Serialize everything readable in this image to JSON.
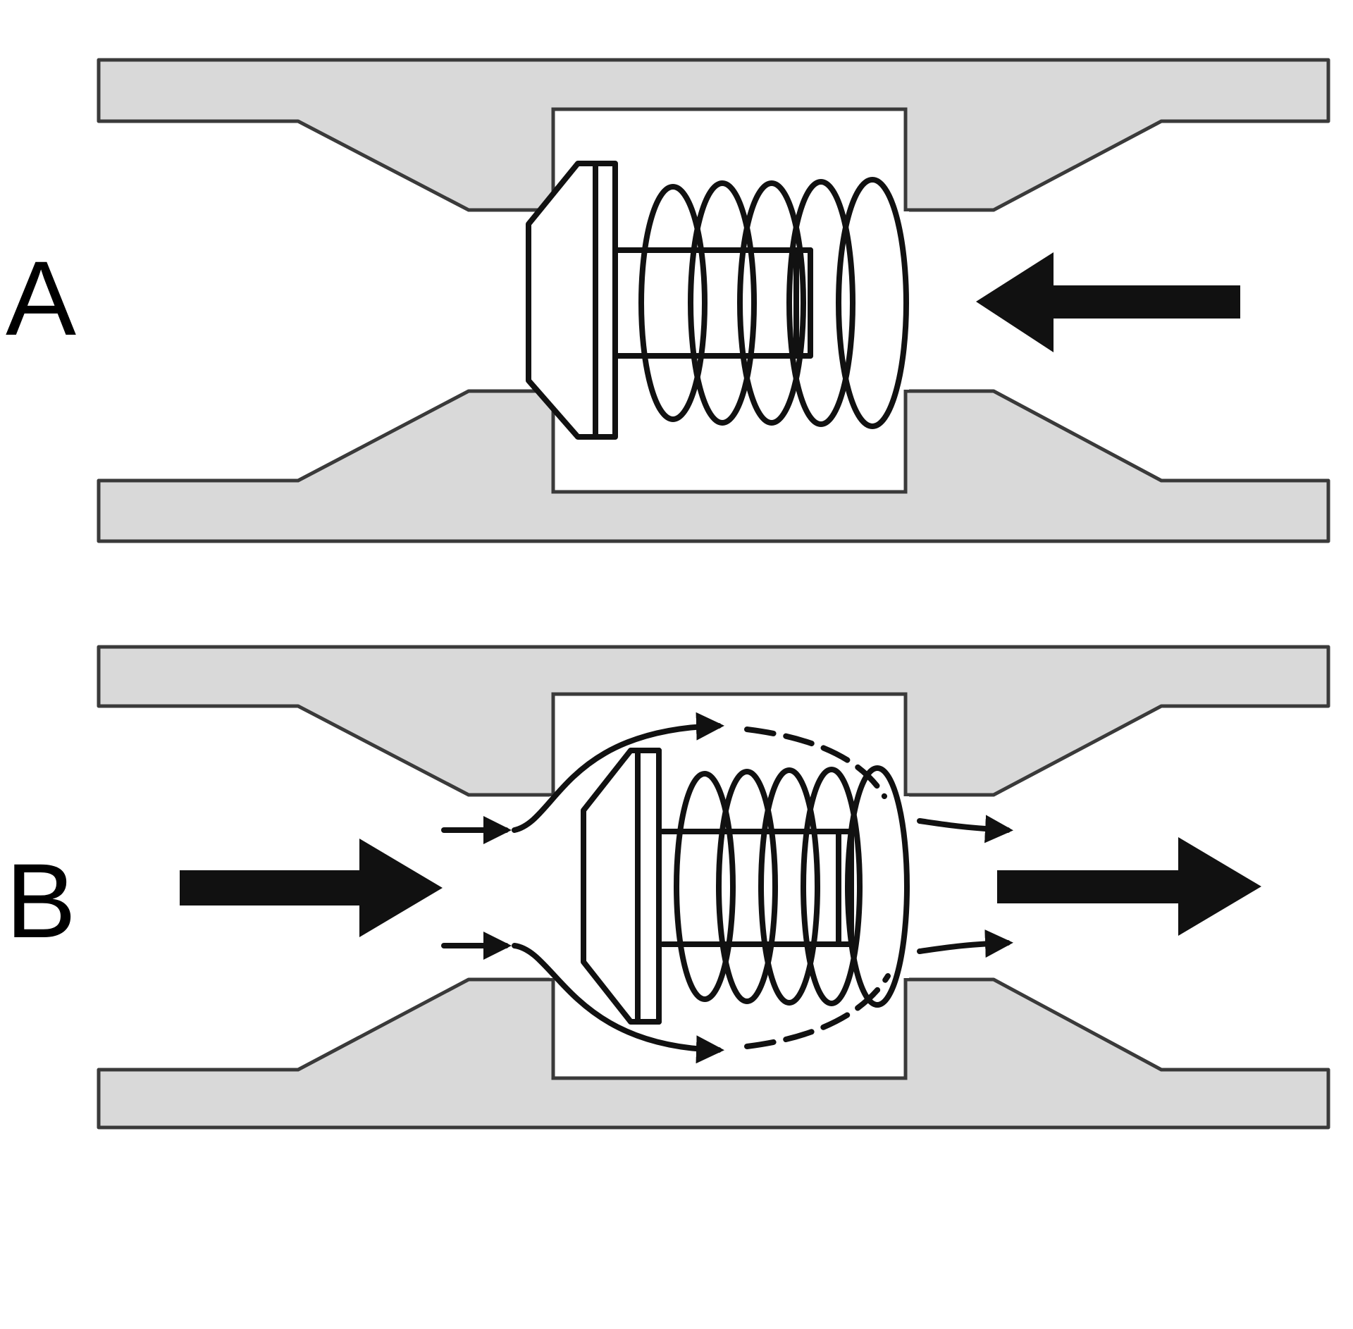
{
  "panels": [
    {
      "id": "A",
      "label": "A",
      "state": "closed"
    },
    {
      "id": "B",
      "label": "B",
      "state": "open"
    }
  ],
  "colors": {
    "wall": "#d9d9d9",
    "ink": "#111111",
    "background": "#ffffff"
  }
}
